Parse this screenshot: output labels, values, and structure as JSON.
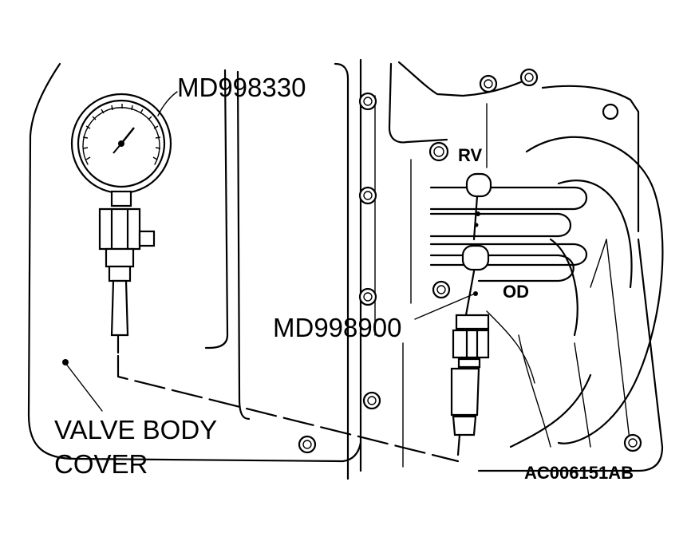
{
  "labels": {
    "gauge": "MD998330",
    "adapter": "MD998900",
    "rv": "RV",
    "od": "OD",
    "valve_body_line1": "VALVE BODY",
    "valve_body_line2": "COVER",
    "figure_code": "AC006151AB"
  },
  "icons": [
    "pressure-gauge-icon",
    "hose-adapter-icon",
    "bolt-icon"
  ]
}
